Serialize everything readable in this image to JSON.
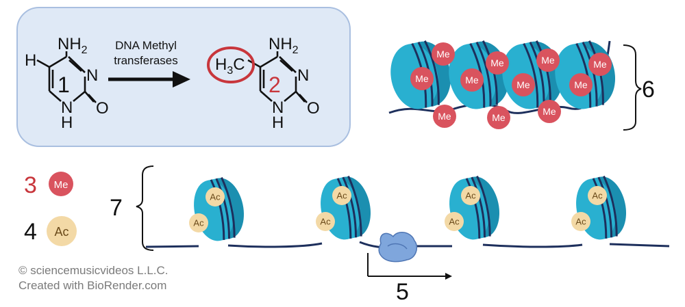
{
  "reaction": {
    "enzyme_line1": "DNA Methyl",
    "enzyme_line2": "transferases",
    "cytosine": {
      "h": "H",
      "nh2": "NH",
      "nh2_sub": "2",
      "n": "N",
      "o": "O",
      "nh": "N",
      "nh_h": "H",
      "label": "1"
    },
    "methylcytosine": {
      "ch3": "H",
      "ch3_sub": "3",
      "ch3_c": "C",
      "nh2": "NH",
      "nh2_sub": "2",
      "n": "N",
      "o": "O",
      "nh": "N",
      "nh_h": "H",
      "label": "2"
    }
  },
  "legend": {
    "me_number": "3",
    "me_text": "Me",
    "ac_number": "4",
    "ac_text": "Ac"
  },
  "condensed": {
    "bracket_label": "6",
    "mark_text": "Me"
  },
  "open": {
    "bracket_label": "7",
    "mark_text": "Ac",
    "arrow_label": "5"
  },
  "credits": {
    "line1": "© sciencemusicvideos L.L.C.",
    "line2": "Created with BioRender.com"
  },
  "colors": {
    "panel_fill": "#dfe9f6",
    "panel_stroke": "#a9bfe0",
    "me_red": "#d9535e",
    "ac_tan": "#f3d9a6",
    "nucleosome": "#29b0d0",
    "nucleosome_dark": "#1b8fb0",
    "dna": "#1d2f5c",
    "label_red": "#c8363c",
    "polymerase": "#7fa6dc"
  }
}
